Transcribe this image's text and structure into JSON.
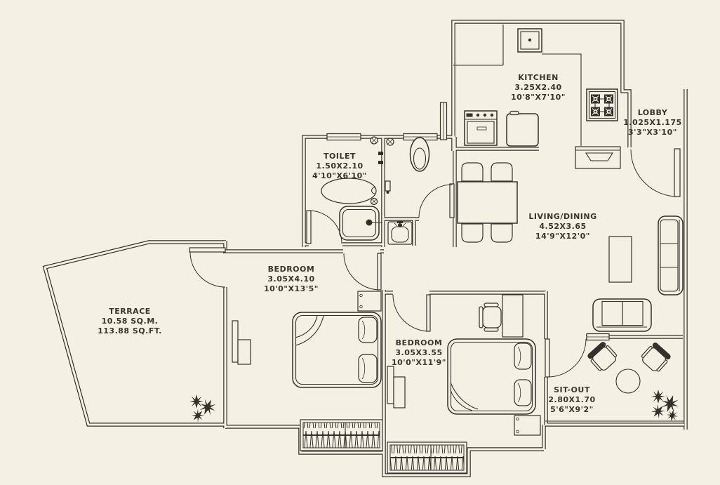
{
  "title": "2BHK apartment floor plan",
  "colors": {
    "background": "#f4f0e3",
    "line": "#34312a",
    "text": "#3a362b"
  },
  "rooms": {
    "kitchen": {
      "name": "KITCHEN",
      "dim_m": "3.25X2.40",
      "dim_ft": "10'8\"X7'10\""
    },
    "lobby": {
      "name": "LOBBY",
      "dim_m": "1.025X1.175",
      "dim_ft": "3'3\"X3'10\""
    },
    "toilet": {
      "name": "TOILET",
      "dim_m": "1.50X2.10",
      "dim_ft": "4'10\"X6'10\""
    },
    "living_dining": {
      "name": "LIVING/DINING",
      "dim_m": "4.52X3.65",
      "dim_ft": "14'9\"X12'0\""
    },
    "bedroom_1": {
      "name": "BEDROOM",
      "dim_m": "3.05X4.10",
      "dim_ft": "10'0\"X13'5\""
    },
    "bedroom_2": {
      "name": "BEDROOM",
      "dim_m": "3.05X3.55",
      "dim_ft": "10'0\"X11'9\""
    },
    "terrace": {
      "name": "TERRACE",
      "area_sqm": "10.58 SQ.M.",
      "area_sqft": "113.88 SQ.FT."
    },
    "sit_out": {
      "name": "SIT-OUT",
      "dim_m": "2.80X1.70",
      "dim_ft": "5'6\"X9'2\""
    }
  }
}
